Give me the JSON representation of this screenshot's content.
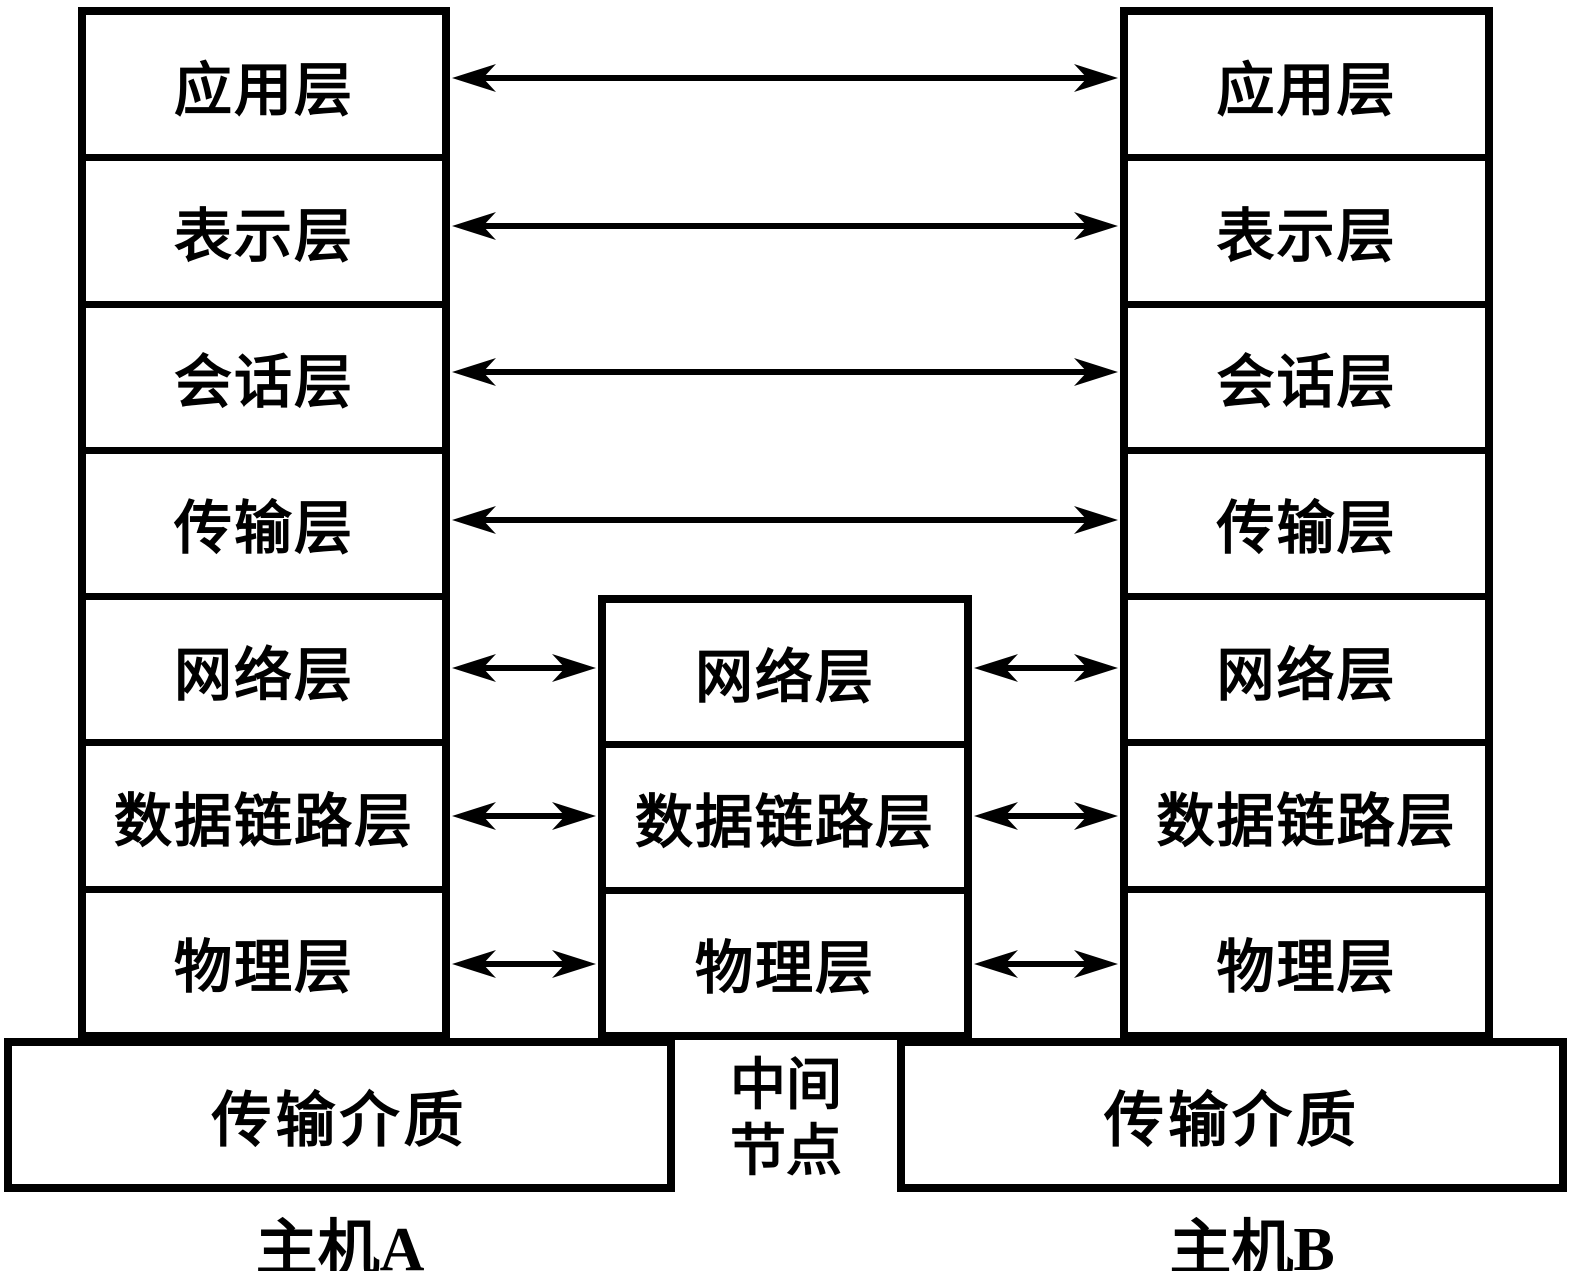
{
  "colors": {
    "ink": "#000000",
    "paper": "#ffffff"
  },
  "host_a": {
    "label": "主机A",
    "medium_label": "传输介质",
    "layers": [
      "应用层",
      "表示层",
      "会话层",
      "传输层",
      "网络层",
      "数据链路层",
      "物理层"
    ]
  },
  "host_b": {
    "label": "主机B",
    "medium_label": "传输介质",
    "layers": [
      "应用层",
      "表示层",
      "会话层",
      "传输层",
      "网络层",
      "数据链路层",
      "物理层"
    ]
  },
  "intermediate_node": {
    "label_line1": "中间",
    "label_line2": "节点",
    "layers": [
      "网络层",
      "数据链路层",
      "物理层"
    ]
  }
}
